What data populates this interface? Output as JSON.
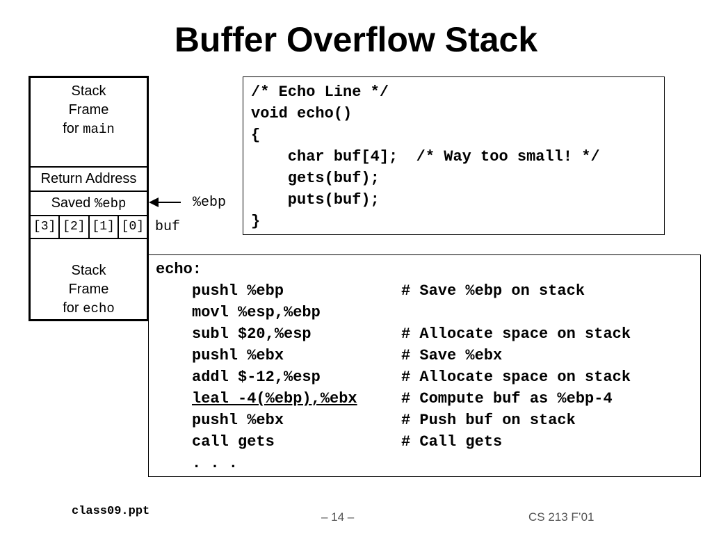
{
  "slide": {
    "title": "Buffer Overflow Stack"
  },
  "stack": {
    "frame_main": {
      "line1": "Stack",
      "line2": "Frame",
      "for_text": "for ",
      "for_name": "main"
    },
    "return_address": "Return Address",
    "saved": {
      "prefix": "Saved ",
      "reg": "%ebp"
    },
    "buf_cells": [
      "[3]",
      "[2]",
      "[1]",
      "[0]"
    ],
    "frame_echo": {
      "line1": "Stack",
      "line2": "Frame",
      "for_text": "for ",
      "for_name": "echo"
    },
    "ebp_pointer_label": "%ebp",
    "buf_label": "buf"
  },
  "c_code": {
    "lines": [
      "/* Echo Line */",
      "void echo()",
      "{",
      "    char buf[4];  /* Way too small! */",
      "    gets(buf);",
      "    puts(buf);",
      "}"
    ]
  },
  "asm_code": {
    "label": "echo:",
    "instructions": [
      {
        "op": "pushl %ebp",
        "comment": "# Save %ebp on stack"
      },
      {
        "op": "movl %esp,%ebp",
        "comment": ""
      },
      {
        "op": "subl $20,%esp",
        "comment": "# Allocate space on stack"
      },
      {
        "op": "pushl %ebx",
        "comment": "# Save %ebx"
      },
      {
        "op": "addl $-12,%esp",
        "comment": "# Allocate space on stack"
      },
      {
        "op": "leal -4(%ebp),%ebx",
        "comment": "# Compute buf as %ebp-4"
      },
      {
        "op": "pushl %ebx",
        "comment": "# Push buf on stack"
      },
      {
        "op": "call gets",
        "comment": "# Call gets"
      },
      {
        "op": ". . .",
        "comment": ""
      }
    ]
  },
  "footer": {
    "file": "class09.ppt",
    "page": "– 14 –",
    "course": "CS 213 F’01"
  }
}
